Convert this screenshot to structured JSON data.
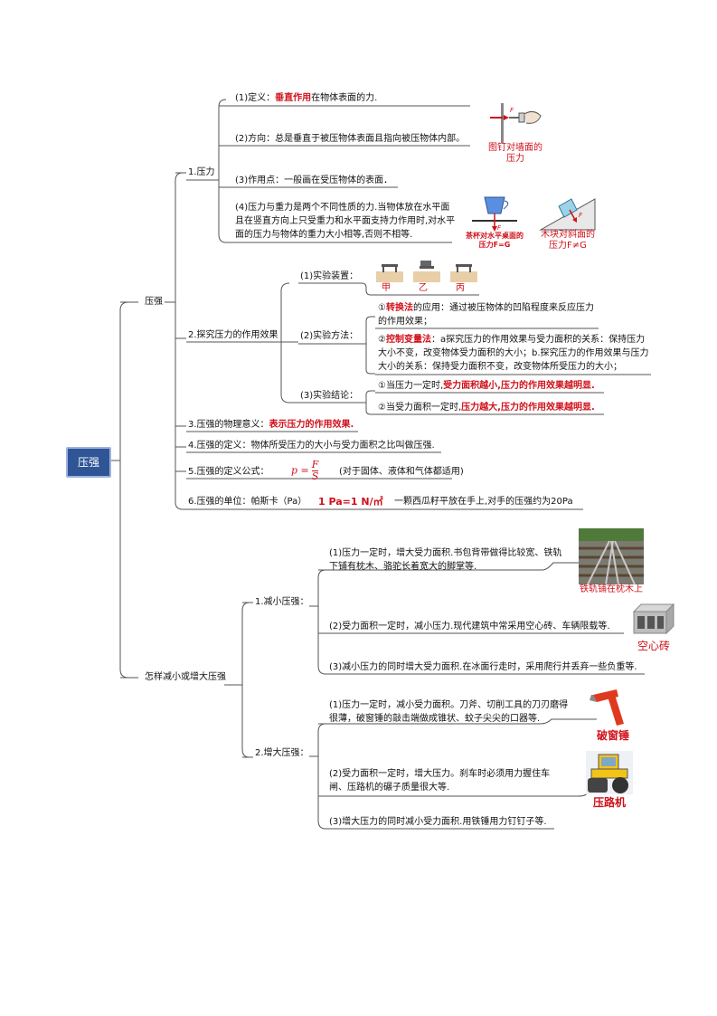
{
  "root": "压强",
  "branch1": {
    "title": "压强",
    "pressure_force": {
      "title": "1.压力",
      "definition_prefix": "(1)定义：",
      "definition_highlight": "垂直作用",
      "definition_suffix": "在物体表面的力.",
      "direction": "(2)方向：总是垂直于被压物体表面且指向被压物体内部。",
      "point": "(3)作用点：一般画在受压物体的表面．",
      "relation": "(4)压力与重力是两个不同性质的力.当物体放在水平面且在竖直方向上只受重力和水平面支持力作用时,对水平面的压力与物体的重力大小相等,否则不相等.",
      "caption_wall": "图钉对墙面的压力",
      "caption_cup": "茶杯对水平桌面的压力F=G",
      "caption_block": "木块对斜面的压力F≠G",
      "label_F": "F"
    },
    "explore": {
      "title": "2.探究压力的作用效果",
      "setup": "(1)实验装置：",
      "setup_labels": [
        "甲",
        "乙",
        "丙"
      ],
      "method": "(2)实验方法：",
      "method1_num": "①",
      "method1_highlight": "转换法",
      "method1_text": "的应用：通过被压物体的凹陷程度来反应压力的作用效果；",
      "method2_num": "②",
      "method2_highlight": "控制变量法",
      "method2_text": "：a探究压力的作用效果与受力面积的关系：保持压力大小不变，改变物体受力面积的大小；b.探究压力的作用效果与压力大小的关系：保持受力面积不变，改变物体所受压力的大小；",
      "conclusion": "(3)实验结论：",
      "conclusion1_prefix": "①当压力一定时,",
      "conclusion1_highlight": "受力面积越小,压力的作用效果越明显.",
      "conclusion2_prefix": "②当受力面积一定时,",
      "conclusion2_highlight": "压力越大,压力的作用效果越明显."
    },
    "meaning_prefix": "3.压强的物理意义：",
    "meaning_highlight": "表示压力的作用效果.",
    "definition": "4.压强的定义：物体所受压力的大小与受力面积之比叫做压强.",
    "formula_label": "5.压强的定义公式：",
    "formula_p": "p",
    "formula_eq": "=",
    "formula_num": "F",
    "formula_den": "S",
    "formula_note": "(对于固体、液体和气体都适用)",
    "unit_label": "6.压强的单位：帕斯卡（Pa）",
    "unit_value": "1 Pa=1 N/㎡",
    "unit_example": "一颗西瓜籽平放在手上,对手的压强约为20Pa"
  },
  "branch2": {
    "title": "怎样减小或增大压强",
    "decrease": {
      "title": "1.减小压强：",
      "item1": "(1)压力一定时，增大受力面积.书包背带做得比较宽、铁轨下铺有枕木、骆驼长着宽大的脚掌等.",
      "item2": "(2)受力面积一定时，减小压力.现代建筑中常采用空心砖、车辆限载等.",
      "item3": "(3)减小压力的同时增大受力面积.在冰面行走时，采用爬行并丢弃一些负重等.",
      "caption_rail": "铁轨铺在枕木上",
      "caption_brick": "空心砖"
    },
    "increase": {
      "title": "2.增大压强：",
      "item1": "(1)压力一定时，减小受力面积。刀斧、切削工具的刀刃磨得很薄，破窗锤的敲击端做成锥状、蚊子尖尖的口器等.",
      "item2": "(2)受力面积一定时，增大压力。刹车时必须用力握住车闸、压路机的碾子质量很大等.",
      "item3": "(3)增大压力的同时减小受力面积.用铁锤用力钉钉子等.",
      "caption_hammer": "破窗锤",
      "caption_roller": "压路机"
    }
  }
}
